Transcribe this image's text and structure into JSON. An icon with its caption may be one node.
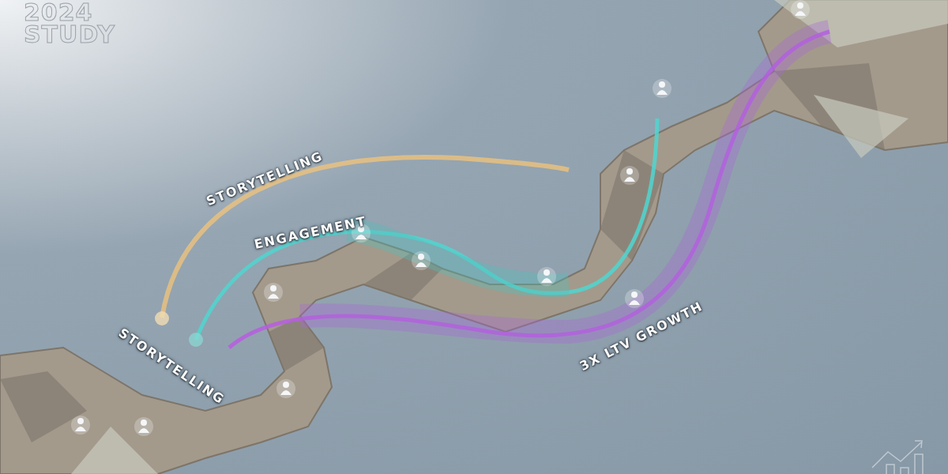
{
  "diagram": {
    "title": "2024 STUDY",
    "labels": [
      "STORYTELLING",
      "ENGAGEMENT",
      "STORYTELLING",
      "3X LTV GROWTH"
    ]
  }
}
